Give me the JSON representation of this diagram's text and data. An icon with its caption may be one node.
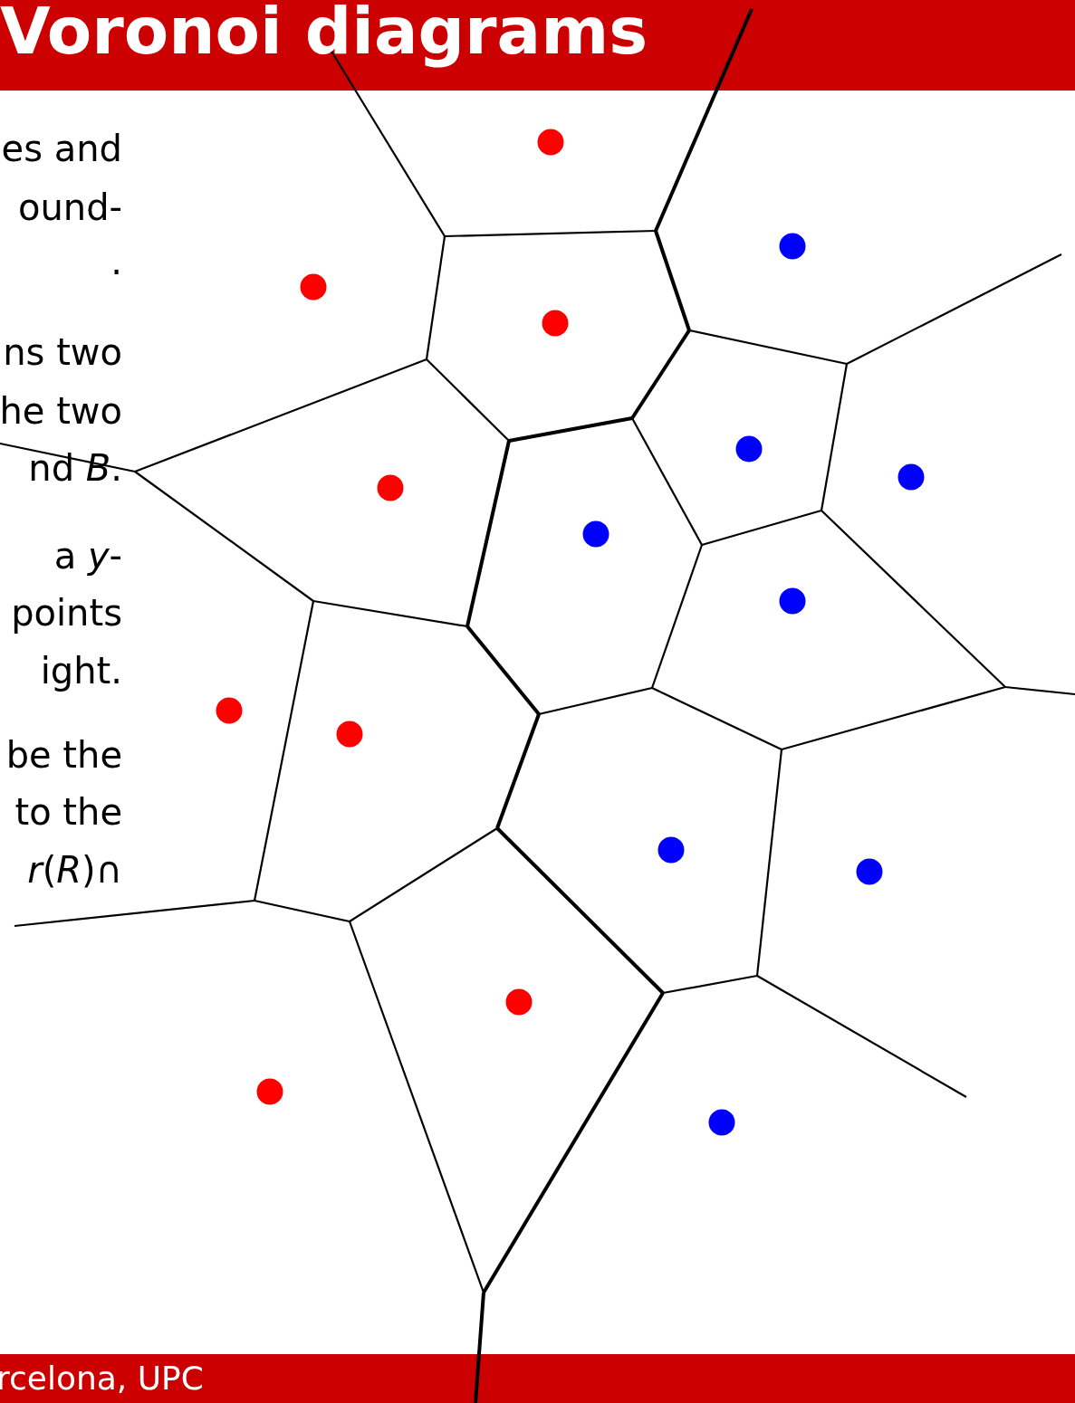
{
  "diagram": {
    "title": "Voronoi diagrams",
    "labels": [
      "es and",
      "ound-",
      ".",
      "ns two",
      "he two",
      "nd *B*.",
      "a *y*-",
      "points",
      "ight.",
      "be the",
      "to the",
      "*r*(*R*)∩",
      "rcelona, UPC"
    ]
  }
}
